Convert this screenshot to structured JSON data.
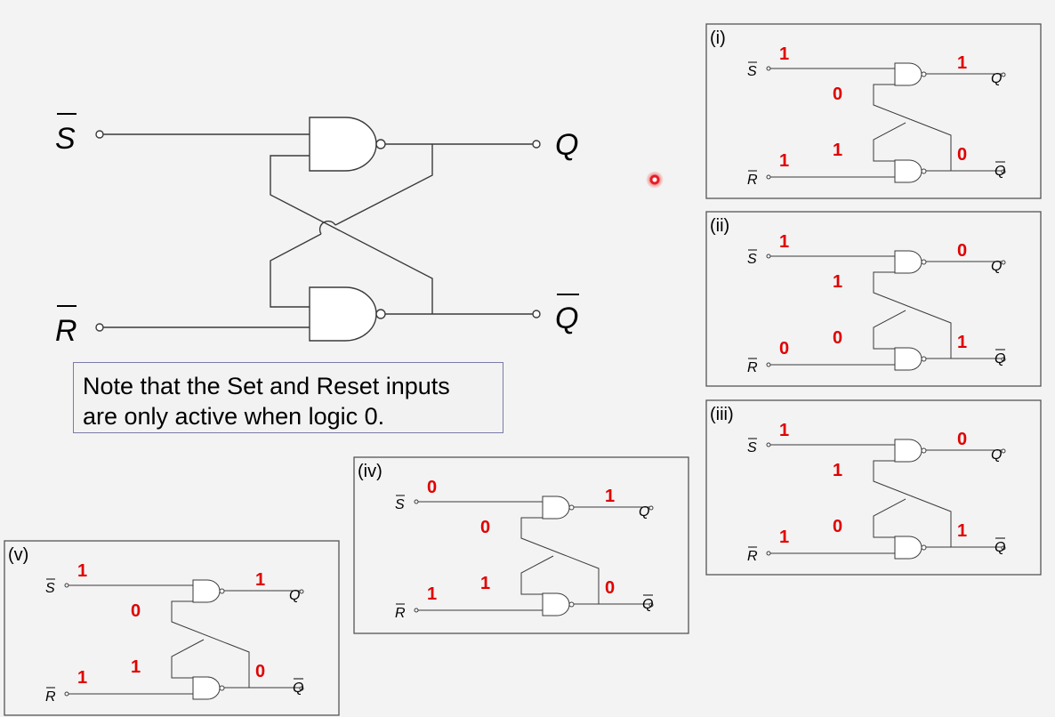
{
  "main_circuit": {
    "input_s": "S",
    "input_r": "R",
    "output_q": "Q",
    "output_qbar": "Q"
  },
  "note": {
    "line1": "Note that the Set and Reset inputs",
    "line2": "are only active when logic 0."
  },
  "panels": [
    {
      "id": "i",
      "label": "(i)",
      "s": "1",
      "r": "1",
      "fb_top": "0",
      "fb_bot": "1",
      "q": "1",
      "qbar": "0"
    },
    {
      "id": "ii",
      "label": "(ii)",
      "s": "1",
      "r": "0",
      "fb_top": "1",
      "fb_bot": "0",
      "q": "0",
      "qbar": "1"
    },
    {
      "id": "iii",
      "label": "(iii)",
      "s": "1",
      "r": "1",
      "fb_top": "1",
      "fb_bot": "0",
      "q": "0",
      "qbar": "1"
    },
    {
      "id": "iv",
      "label": "(iv)",
      "s": "0",
      "r": "1",
      "fb_top": "0",
      "fb_bot": "1",
      "q": "1",
      "qbar": "0"
    },
    {
      "id": "v",
      "label": "(v)",
      "s": "1",
      "r": "1",
      "fb_top": "0",
      "fb_bot": "1",
      "q": "1",
      "qbar": "0"
    }
  ],
  "panel_text": {
    "s": "S",
    "r": "R",
    "q": "Q",
    "qbar": "Q"
  },
  "colors": {
    "logic_value": "#e00000",
    "wire": "#3a3a3a",
    "panel_border": "#555555",
    "note_border": "#7a7aa8",
    "background": "#f3f3f3"
  }
}
